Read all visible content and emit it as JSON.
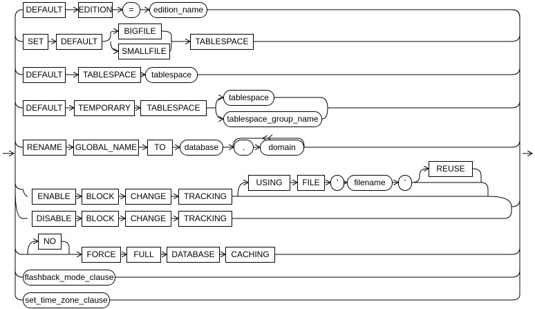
{
  "diagram": {
    "rows": [
      {
        "items": [
          {
            "text": "DEFAULT",
            "kind": "keyword"
          },
          {
            "text": "EDITION",
            "kind": "keyword"
          },
          {
            "text": "=",
            "kind": "symbol"
          },
          {
            "text": "edition_name",
            "kind": "nonterminal"
          }
        ]
      },
      {
        "items": [
          {
            "text": "SET",
            "kind": "keyword"
          },
          {
            "text": "DEFAULT",
            "kind": "keyword"
          },
          {
            "text": "BIGFILE",
            "kind": "keyword"
          },
          {
            "text": "SMALLFILE",
            "kind": "keyword"
          },
          {
            "text": "TABLESPACE",
            "kind": "keyword"
          }
        ]
      },
      {
        "items": [
          {
            "text": "DEFAULT",
            "kind": "keyword"
          },
          {
            "text": "TABLESPACE",
            "kind": "keyword"
          },
          {
            "text": "tablespace",
            "kind": "nonterminal"
          }
        ]
      },
      {
        "items": [
          {
            "text": "DEFAULT",
            "kind": "keyword"
          },
          {
            "text": "TEMPORARY",
            "kind": "keyword"
          },
          {
            "text": "TABLESPACE",
            "kind": "keyword"
          },
          {
            "text": "tablespace",
            "kind": "nonterminal"
          },
          {
            "text": "tablespace_group_name",
            "kind": "nonterminal"
          }
        ]
      },
      {
        "items": [
          {
            "text": "RENAME",
            "kind": "keyword"
          },
          {
            "text": "GLOBAL_NAME",
            "kind": "keyword"
          },
          {
            "text": "TO",
            "kind": "keyword"
          },
          {
            "text": "database",
            "kind": "nonterminal"
          },
          {
            "text": ".",
            "kind": "symbol"
          },
          {
            "text": "domain",
            "kind": "nonterminal"
          }
        ]
      },
      {
        "items": [
          {
            "text": "ENABLE",
            "kind": "keyword"
          },
          {
            "text": "BLOCK",
            "kind": "keyword"
          },
          {
            "text": "CHANGE",
            "kind": "keyword"
          },
          {
            "text": "TRACKING",
            "kind": "keyword"
          },
          {
            "text": "USING",
            "kind": "keyword"
          },
          {
            "text": "FILE",
            "kind": "keyword"
          },
          {
            "text": "'",
            "kind": "symbol"
          },
          {
            "text": "filename",
            "kind": "nonterminal"
          },
          {
            "text": "'",
            "kind": "symbol"
          },
          {
            "text": "REUSE",
            "kind": "keyword"
          }
        ]
      },
      {
        "items": [
          {
            "text": "DISABLE",
            "kind": "keyword"
          },
          {
            "text": "BLOCK",
            "kind": "keyword"
          },
          {
            "text": "CHANGE",
            "kind": "keyword"
          },
          {
            "text": "TRACKING",
            "kind": "keyword"
          }
        ]
      },
      {
        "items": [
          {
            "text": "NO",
            "kind": "keyword"
          },
          {
            "text": "FORCE",
            "kind": "keyword"
          },
          {
            "text": "FULL",
            "kind": "keyword"
          },
          {
            "text": "DATABASE",
            "kind": "keyword"
          },
          {
            "text": "CACHING",
            "kind": "keyword"
          }
        ]
      },
      {
        "items": [
          {
            "text": "flashback_mode_clause",
            "kind": "nonterminal"
          }
        ]
      },
      {
        "items": [
          {
            "text": "set_time_zone_clause",
            "kind": "nonterminal"
          }
        ]
      }
    ]
  }
}
